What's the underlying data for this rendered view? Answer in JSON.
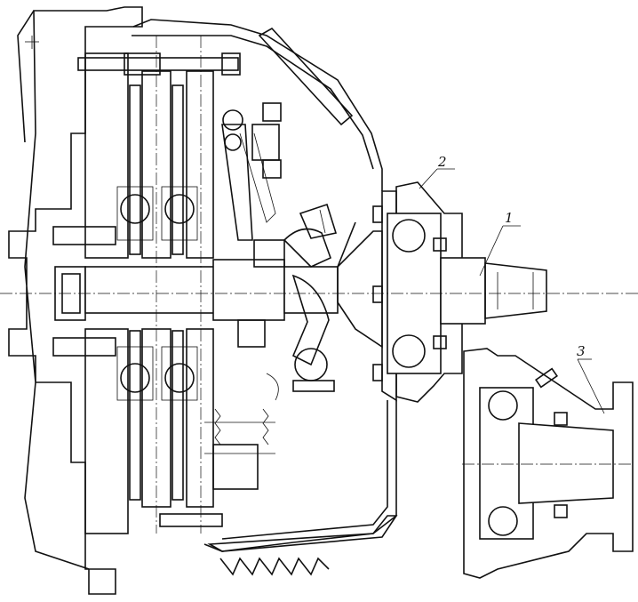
{
  "diagram": {
    "callouts": [
      {
        "id": "callout-1",
        "text": "1"
      },
      {
        "id": "callout-2",
        "text": "2"
      },
      {
        "id": "callout-3",
        "text": "3"
      }
    ],
    "colors": {
      "ink": "#111111",
      "paper": "#ffffff"
    }
  }
}
